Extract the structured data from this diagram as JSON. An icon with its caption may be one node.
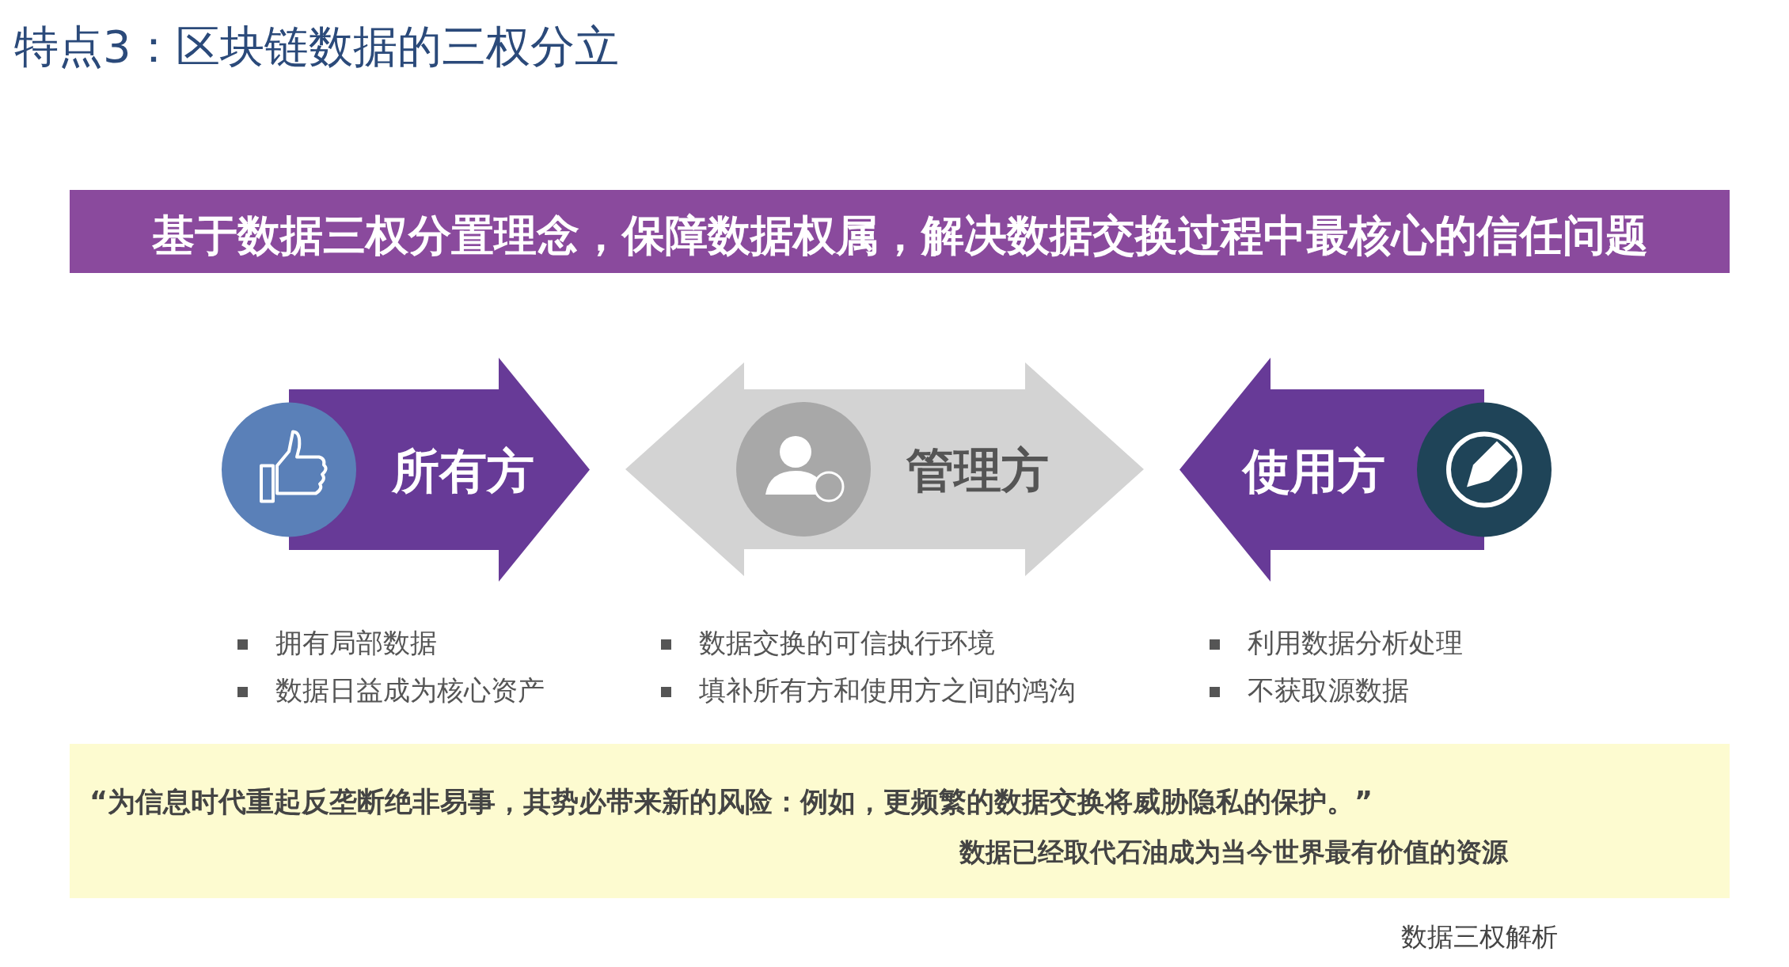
{
  "diagram": {
    "title": "特点3：区块链数据的三权分立",
    "nodes": [
      {
        "text": [
          "基于数据三权分置理念，保障数据权属，解决数据交换过程中最核心的信任问题"
        ]
      },
      {
        "text": [
          "所有方"
        ],
        "beside": [
          "拥有局部数据",
          "数据日益成为核心资产"
        ]
      },
      {
        "text": [
          "管理方"
        ],
        "beside": [
          "数据交换的可信执行环境",
          "填补所有方和使用方之间的鸿沟"
        ]
      },
      {
        "text": [
          "使用方"
        ],
        "beside": [
          "利用数据分析处理",
          "不获取源数据"
        ]
      },
      {
        "text": [
          "“为信息时代重起反垄断绝非易事，其势必带来新的风险：例如，更频繁的数据交换将威胁隐私的保护。”",
          "数据已经取代石油成为当今世界最有价值的资源"
        ]
      }
    ],
    "labels": [
      "数据三权解析"
    ]
  }
}
